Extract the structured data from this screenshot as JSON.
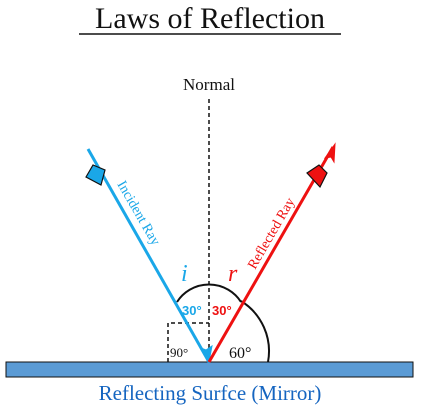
{
  "title": "Laws of Reflection",
  "normal_label": "Normal",
  "incident_label": "Incident Ray",
  "reflected_label": "Reflected Ray",
  "incidence_symbol": "i",
  "reflection_symbol": "r",
  "incidence_angle_text": "30°",
  "reflection_angle_text": "30°",
  "right_angle_text": "90°",
  "surface_angle_text": "60°",
  "mirror_label": "Reflecting Surfce (Mirror)",
  "colors": {
    "incident_ray": "#1aa7e8",
    "reflected_ray": "#ee1111",
    "mirror_fill": "#5b9bd5",
    "mirror_text": "#1565c0",
    "ink": "#111111"
  }
}
